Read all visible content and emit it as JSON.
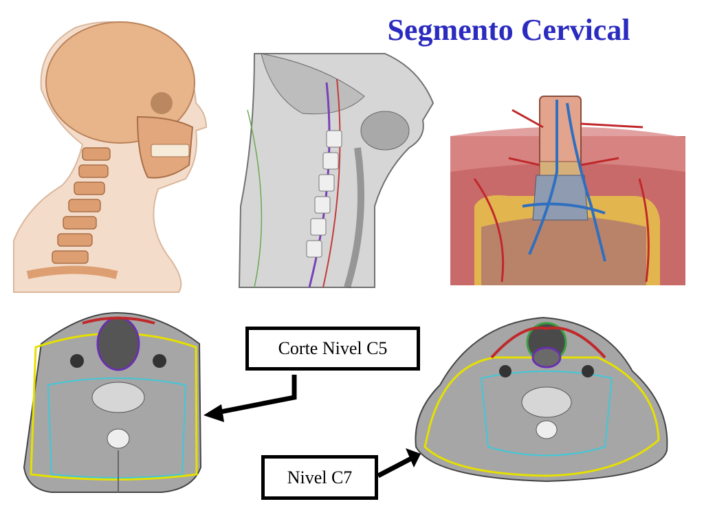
{
  "slide": {
    "title": "Segmento Cervical",
    "labels": {
      "c5": "Corte Nivel C5",
      "c7": "Nivel C7"
    }
  },
  "colors": {
    "title": "#2b2bc0",
    "bone": "#d9a47a",
    "skin": "#f3d9c6",
    "muscle": "#c8545a",
    "vein": "#2f6fc0",
    "section_gray": "#9a9a9a",
    "outline_yellow": "#e6e000",
    "outline_cyan": "#40c8d8",
    "outline_purple": "#6a2fb0",
    "outline_green": "#3aa040"
  }
}
